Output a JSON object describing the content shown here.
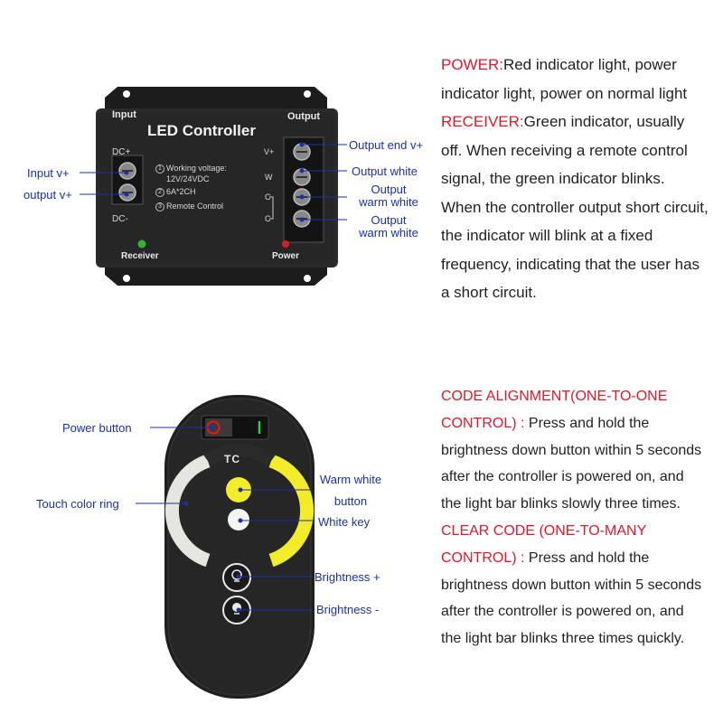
{
  "controller": {
    "title": "LED Controller",
    "input_label": "Input",
    "output_label": "Output",
    "dc_plus": "DC+",
    "dc_minus": "DC-",
    "spec_lines": [
      "Working voltage:",
      "12V/24VDC",
      "6A*2CH",
      "Remote Control"
    ],
    "spec_numbers": [
      "1",
      "2",
      "3"
    ],
    "terminal_labels": [
      "V+",
      "W",
      "C",
      "C"
    ],
    "receiver_label": "Receiver",
    "power_label": "Power",
    "indicator_colors": {
      "receiver": "#2fb52f",
      "power": "#d02020"
    }
  },
  "controller_callouts": {
    "input_v_plus": "Input v+",
    "output_v_plus": "output v+",
    "output_end_v_plus": "Output end v+",
    "output_white": "Output white",
    "output_warm_white_1": [
      "Output",
      "warm white"
    ],
    "output_warm_white_2": [
      "Output",
      "warm white"
    ]
  },
  "remote": {
    "logo": "TC",
    "power_button_label": "Power button",
    "touch_ring_label": "Touch color ring",
    "warm_white_label": [
      "Warm white",
      "button"
    ],
    "white_key_label": "White key",
    "brightness_up_label": "Brightness +",
    "brightness_down_label": "Brightness -"
  },
  "description": {
    "power_heading": "POWER:",
    "power_text": "Red indicator light, power indicator light, power on normal light",
    "receiver_heading": "RECEIVER:",
    "receiver_text": "Green indicator, usually off. When receiving a remote control signal, the green indicator blinks. When the controller output short circuit, the indicator will blink at a fixed frequency, indicating that the user has a short circuit.",
    "code_alignment_heading": "CODE ALIGNMENT(ONE-TO-ONE CONTROL) :",
    "code_alignment_text": " Press and hold the brightness down button within 5 seconds after the controller is powered on, and the light bar blinks slowly three times.",
    "clear_code_heading": "CLEAR CODE (ONE-TO-MANY CONTROL) :",
    "clear_code_text": " Press and hold the brightness down button within 5 seconds after the controller is powered on, and the light bar blinks three times quickly."
  },
  "colors": {
    "heading_red": "#e0182a",
    "callout_blue": "#1a2fa8",
    "warm_white": "#f2ec2a"
  }
}
